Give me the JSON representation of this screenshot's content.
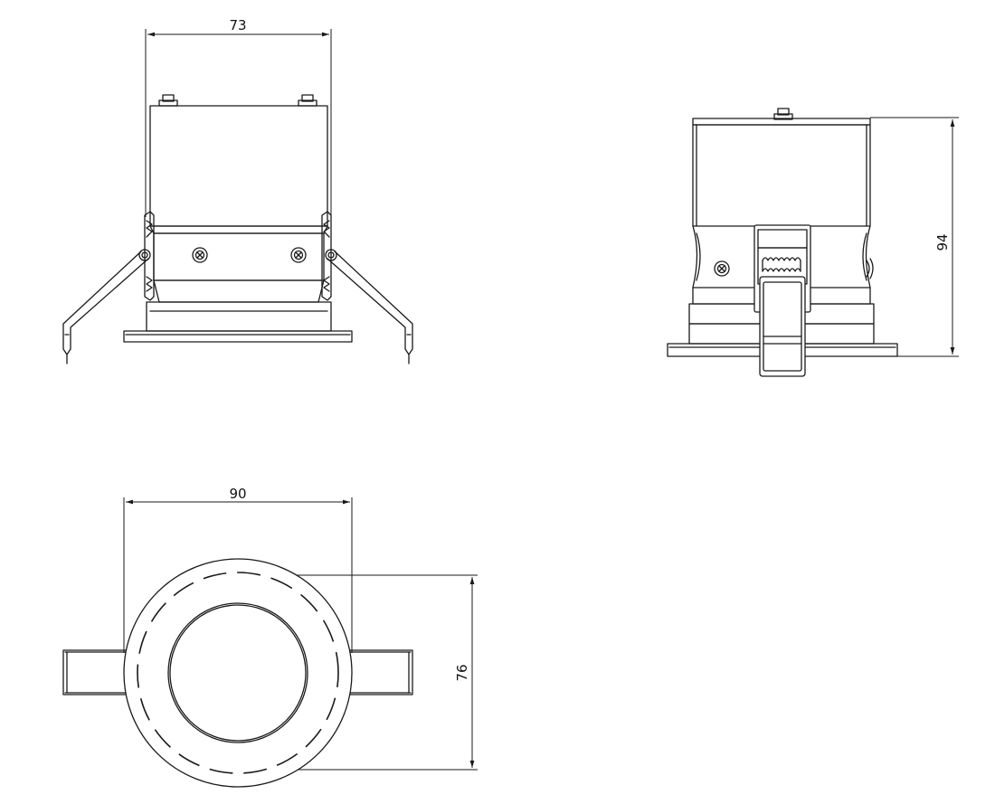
{
  "dimensions": {
    "front_width": "73",
    "side_height": "94",
    "bottom_width": "90",
    "bottom_height": "76"
  },
  "colors": {
    "line": "#1a1a1a",
    "background": "#ffffff"
  }
}
